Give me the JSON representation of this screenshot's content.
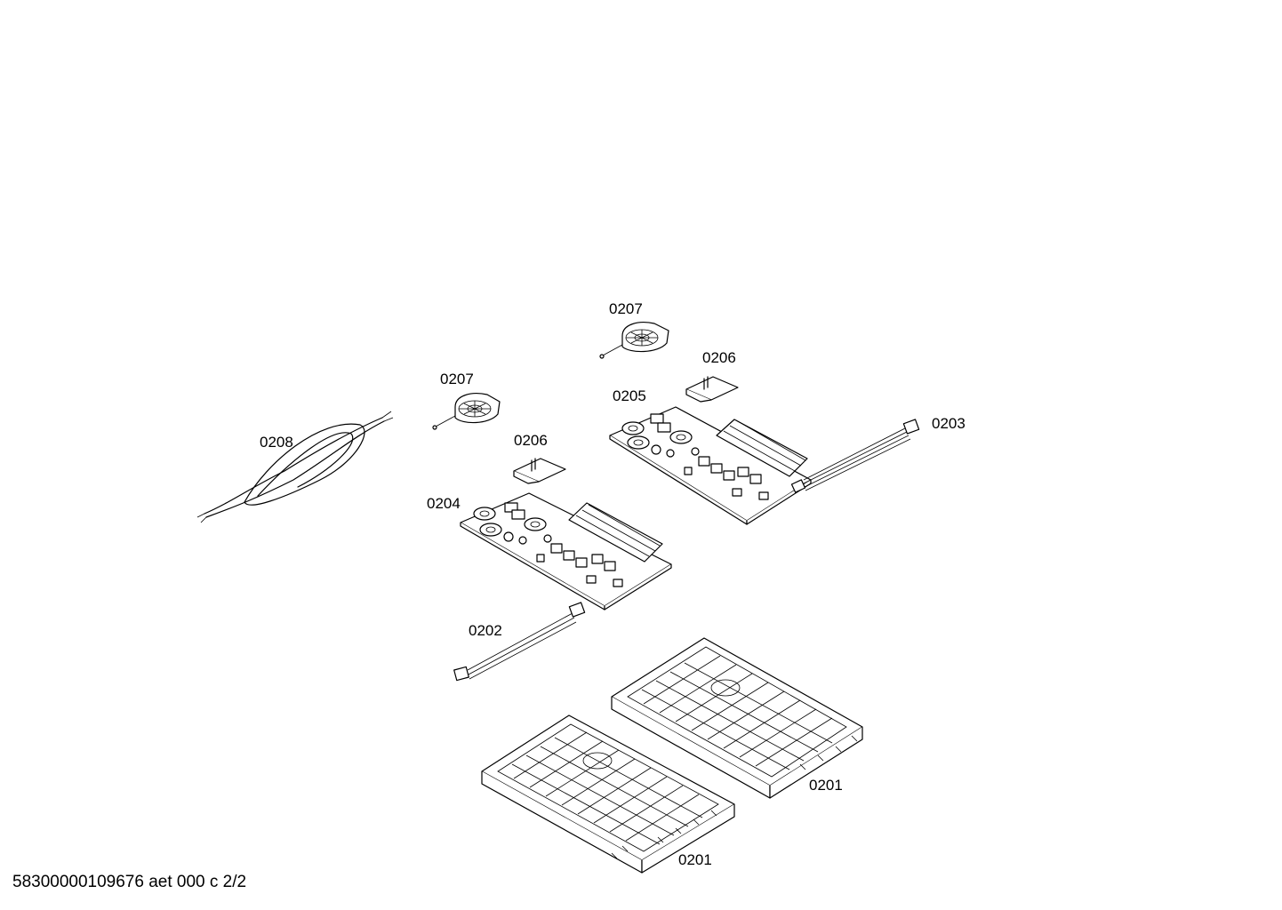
{
  "labels": {
    "cable": "0208",
    "fan_left": "0207",
    "fan_right": "0207",
    "bracket_left": "0206",
    "bracket_right": "0206",
    "board_left": "0204",
    "board_right": "0205",
    "harness_right": "0203",
    "harness_left": "0202",
    "housing_left": "0201",
    "housing_right": "0201"
  },
  "footer": {
    "document_id": "58300000109676 aet 000 c 2/2"
  }
}
